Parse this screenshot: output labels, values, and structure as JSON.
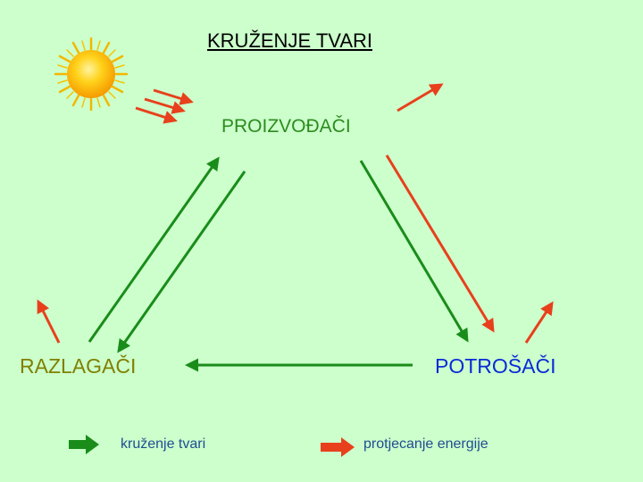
{
  "title": "KRUŽENJE TVARI",
  "nodes": {
    "producers": "PROIZVOĐAČI",
    "decomposers": "RAZLAGAČI",
    "consumers": "POTROŠAČI"
  },
  "legend": {
    "matter_label": "kruženje tvari",
    "energy_label": "protjecanje energije"
  },
  "colors": {
    "background": "#ccffcc",
    "matter_arrow": "#1a8c1a",
    "energy_arrow": "#e8401c",
    "sun": "#ffcc00"
  },
  "icons": {
    "sun": "sun-icon"
  }
}
